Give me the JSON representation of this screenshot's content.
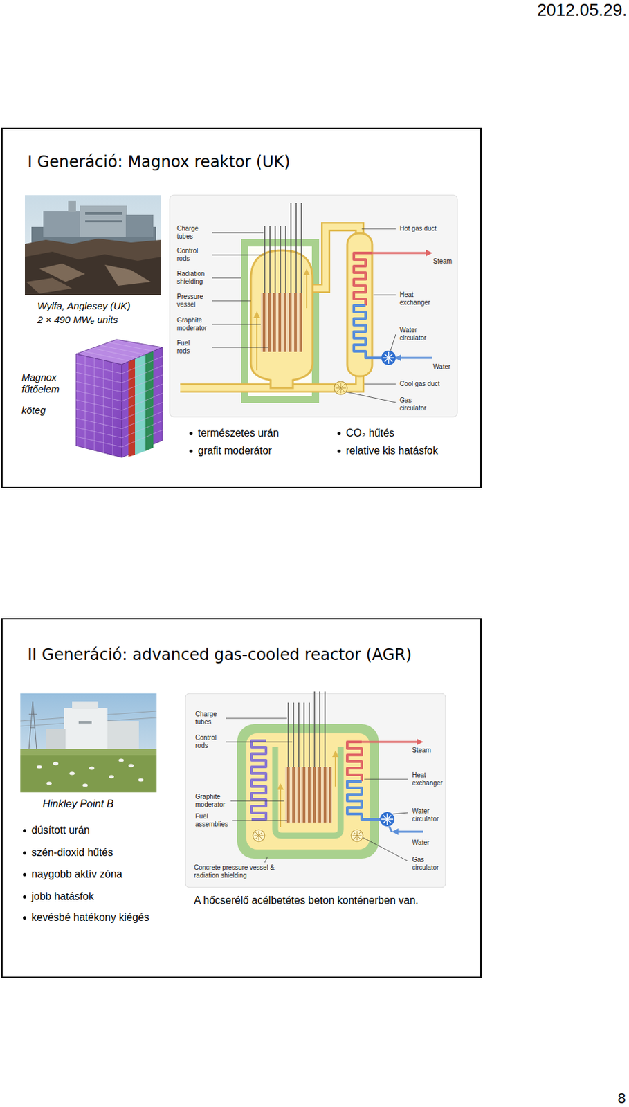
{
  "diagram": {
    "nodes": [
      {
        "text": [
          "I Generáció: Magnox reaktor (UK)"
        ]
      },
      {
        "text": [
          "II Generáció: advanced gas-cooled reactor (AGR)"
        ]
      }
    ],
    "labels": [
      "2012.05.29.",
      "Wylfa, Anglesey (UK)",
      "2 × 490 MWₑ units",
      "Magnox fűtőelem",
      "köteg",
      "Charge tubes",
      "Control rods",
      "Radiation shielding",
      "Pressure vessel",
      "Graphite moderator",
      "Fuel rods",
      "Hot gas duct",
      "Steam",
      "Heat exchanger",
      "Water circulator",
      "Water",
      "Cool gas duct",
      "Gas circulator",
      "természetes urán",
      "grafit moderátor",
      "CO₂ hűtés",
      "relative kis hatásfok",
      "Hinkley Point B",
      "dúsított urán",
      "szén-dioxid hűtés",
      "naygobb aktív zóna",
      "jobb hatásfok",
      "kevésbé hatékony kiégés",
      "Charge tubes",
      "Control rods",
      "Steam",
      "Heat exchanger",
      "Graphite moderator",
      "Fuel assemblies",
      "Water circulator",
      "Water",
      "Gas circulator",
      "Concrete pressure vessel & radiation shielding",
      "A hőcserélő acélbetétes beton konténerben van.",
      "8"
    ]
  }
}
